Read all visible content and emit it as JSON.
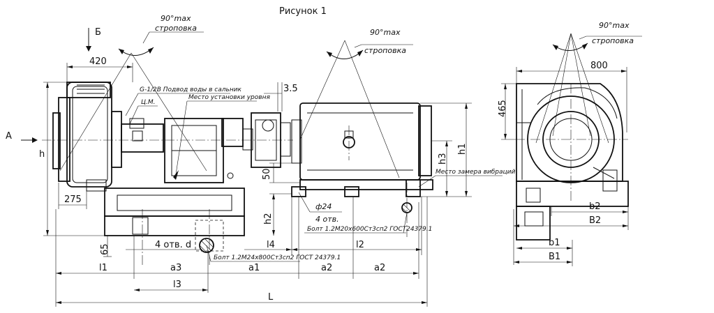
{
  "figure": {
    "title": "Рисунок 1"
  },
  "views": {
    "arrow_a": "А",
    "arrow_b": "Б"
  },
  "sling_notes": [
    {
      "angle": "90°max",
      "text": "строповка"
    },
    {
      "angle": "90°max",
      "text": "строповка"
    },
    {
      "angle": "90°max",
      "text": "строповка"
    }
  ],
  "callouts": {
    "water_supply": "G-1/2В Подвод воды в сальник",
    "cm": "Ц.М.",
    "level_install": "Место установки уровня",
    "vibration": "Место замера вибраций",
    "bolt_big": "Болт 1.2М24х800Ст3сп2 ГОСТ 24379.1",
    "bolt_small": "Болт 1.2М20х600Ст3сп2 ГОСТ24379.1",
    "holes_d": "4 отв. d",
    "holes_24_dia": "ф24",
    "holes_24_count": "4 отв."
  },
  "dimensions": {
    "d420": "420",
    "d3_5": "3.5",
    "d275": "275",
    "d50": "50",
    "d65": "65",
    "d465": "465",
    "d800": "800",
    "h": "h",
    "h1": "h1",
    "h2": "h2",
    "h3": "h3",
    "l1": "l1",
    "l2": "l2",
    "l3": "l3",
    "l4": "l4",
    "a1": "a1",
    "a2_left": "a2",
    "a2_right": "a2",
    "a3": "a3",
    "L": "L",
    "b1": "b1",
    "b2": "b2",
    "B1": "B1",
    "B2": "B2"
  }
}
